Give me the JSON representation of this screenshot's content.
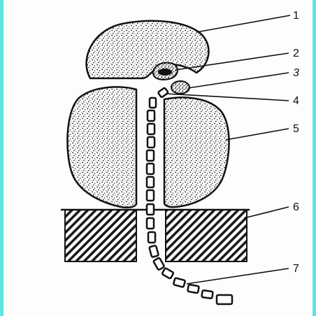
{
  "labels": {
    "l1": "1",
    "l2": "2",
    "l3": "3",
    "l4": "4",
    "l5": "5",
    "l6": "6",
    "l7": "7"
  },
  "colors": {
    "frame": "#5fe3e3",
    "ink": "#111111"
  }
}
